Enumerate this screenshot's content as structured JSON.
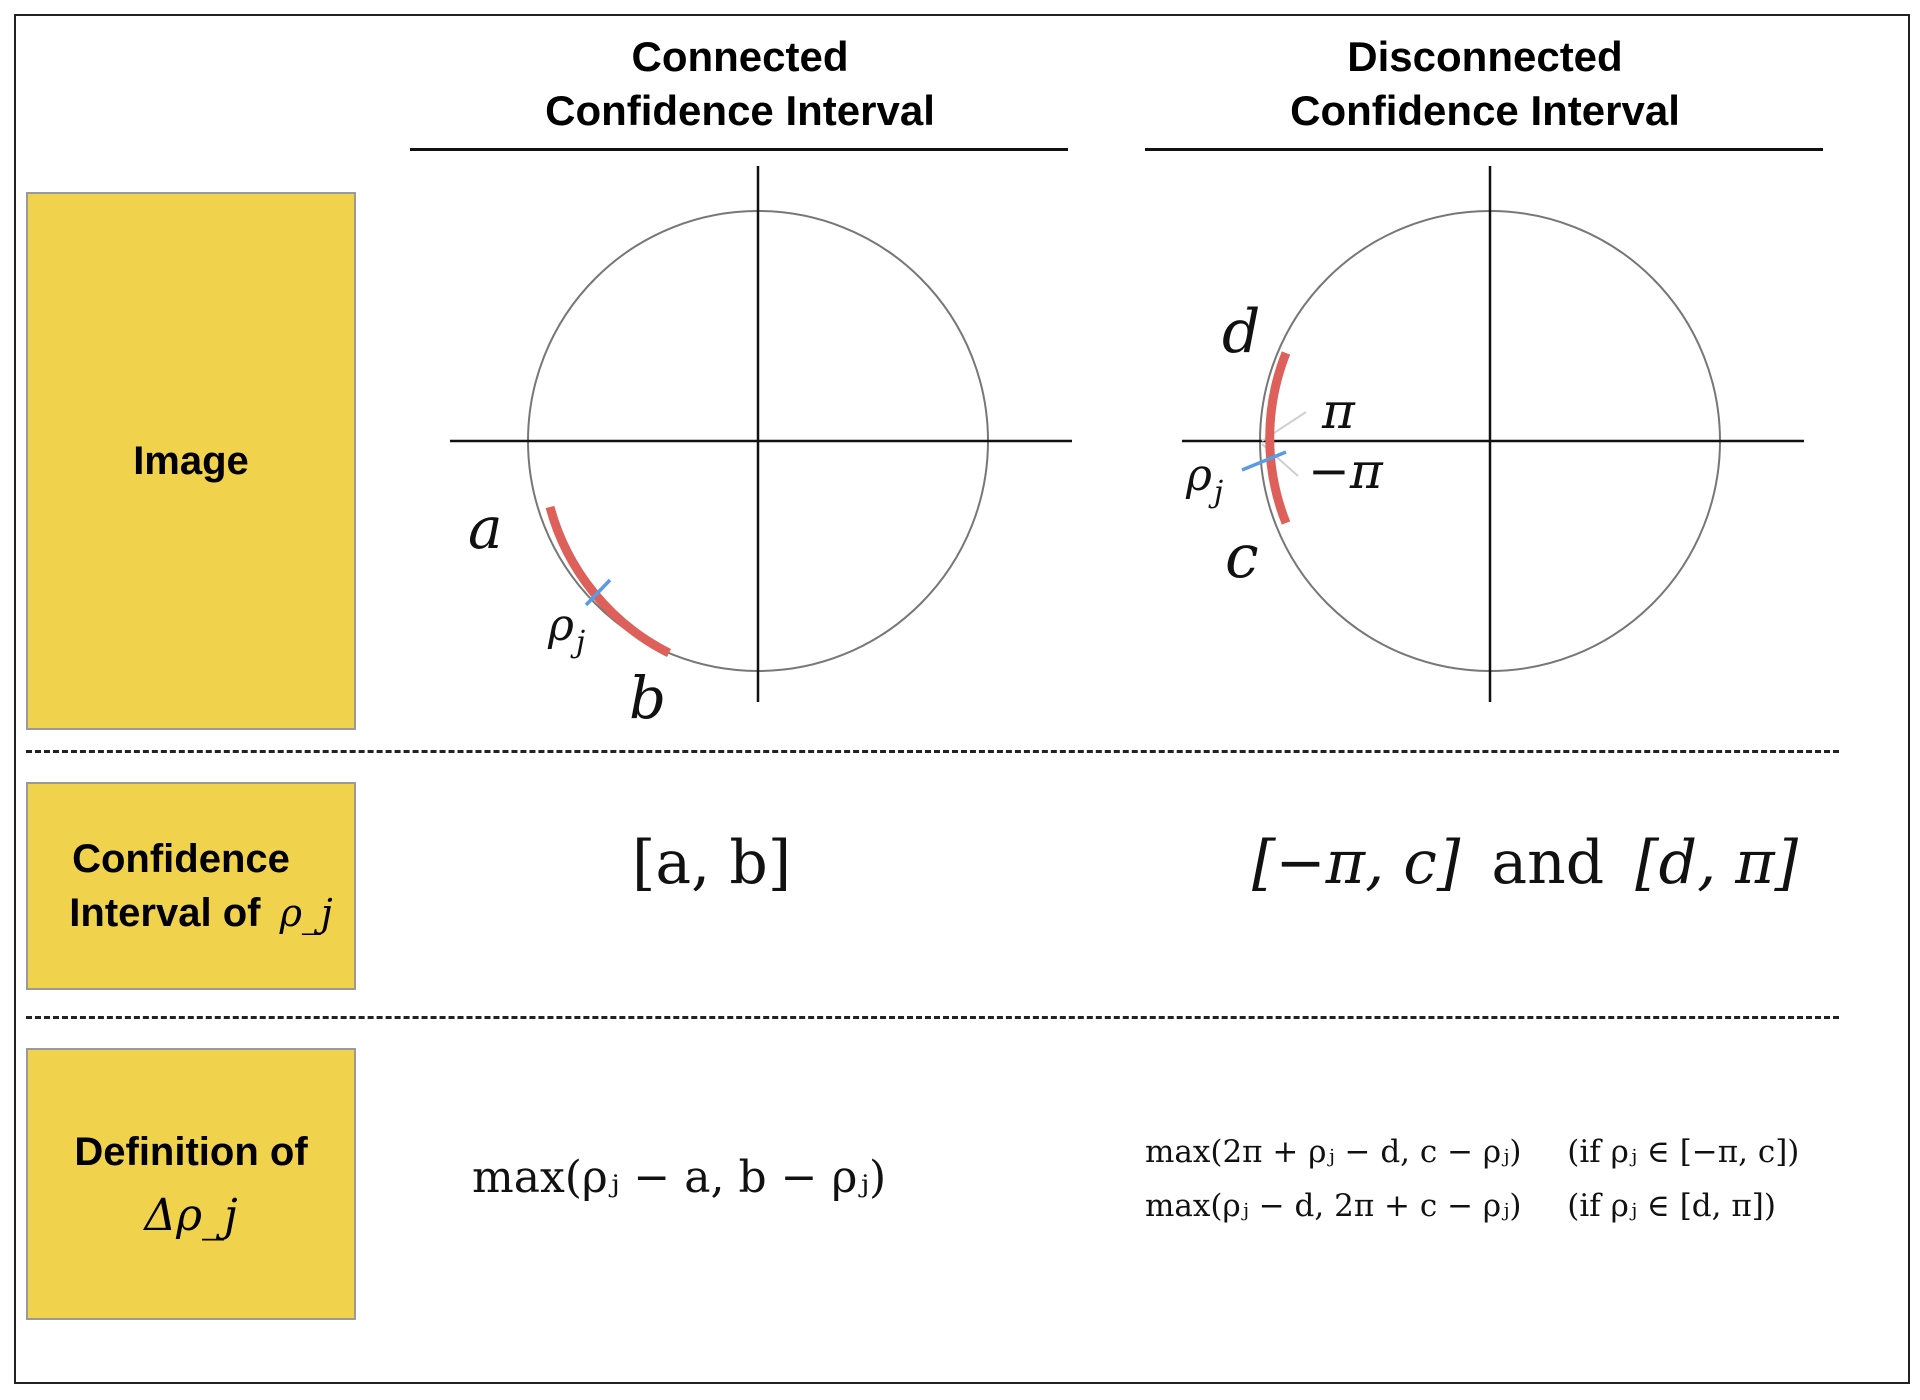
{
  "columns": {
    "connected": {
      "line1": "Connected",
      "line2": "Confidence Interval"
    },
    "disconnected": {
      "line1": "Disconnected",
      "line2": "Confidence Interval"
    }
  },
  "rows": {
    "image": {
      "label": "Image"
    },
    "interval": {
      "label_line1": "Confidence",
      "label_line2": "Interval of",
      "label_symbol": "ρ_j"
    },
    "definition": {
      "label_line1": "Definition of",
      "label_symbol": "Δρ_j"
    }
  },
  "diagram_connected": {
    "label_a": "a",
    "label_b": "b",
    "label_rho": "ρ",
    "label_rho_sub": "j",
    "arc_color": "#dd605a",
    "marker_color": "#5b9be6"
  },
  "diagram_disconnected": {
    "label_d": "d",
    "label_c": "c",
    "label_pi": "π",
    "label_neg_pi": "−π",
    "label_rho": "ρ",
    "label_rho_sub": "j",
    "arc_color": "#dd605a",
    "marker_color": "#5b9be6"
  },
  "intervals": {
    "connected": "[a, b]",
    "disconnected_left": "[−π, c]",
    "disconnected_and": "and",
    "disconnected_right": "[d, π]"
  },
  "definitions": {
    "connected": "max(ρⱼ − a, b − ρⱼ)",
    "disconnected_case1": "max(2π + ρⱼ − d, c − ρⱼ)",
    "disconnected_case1_cond": "(if ρⱼ ∈ [−π, c])",
    "disconnected_case2": "max(ρⱼ − d, 2π + c − ρⱼ)",
    "disconnected_case2_cond": "(if ρⱼ ∈ [d, π])"
  },
  "colors": {
    "label_box": "#f0d24c",
    "arc": "#dd605a",
    "marker": "#5b9be6"
  }
}
